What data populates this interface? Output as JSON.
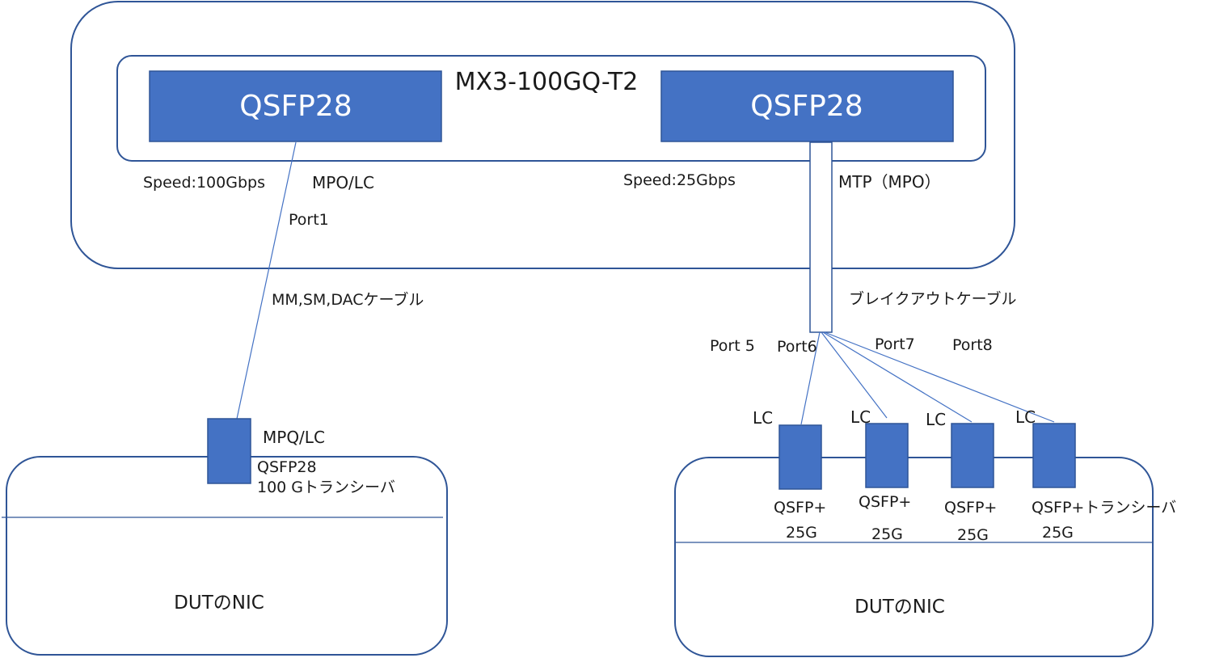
{
  "device": {
    "model": "MX3-100GQ-T2",
    "port_left": "QSFP28",
    "port_right": "QSFP28"
  },
  "left_link": {
    "speed": "Speed:100Gbps",
    "connector": "MPO/LC",
    "port": "Port1",
    "cable": "MM,SM,DACケーブル",
    "transceiver_connector": "MPQ/LC",
    "transceiver_line1": "QSFP28",
    "transceiver_line2": "100 Gトランシーバ",
    "nic": "DUTのNIC"
  },
  "right_link": {
    "speed": "Speed:25Gbps",
    "connector": "MTP（MPO）",
    "cable": "ブレイクアウトケーブル",
    "ports": [
      "Port 5",
      "Port6",
      "Port7",
      "Port8"
    ],
    "lc": [
      "LC",
      "LC",
      "LC",
      "LC"
    ],
    "modules": [
      {
        "name": "QSFP+",
        "speed": "25G"
      },
      {
        "name": "QSFP+",
        "speed": "25G"
      },
      {
        "name": "QSFP+",
        "speed": "25G"
      },
      {
        "name": "QSFP+トランシーバ",
        "speed": "25G"
      }
    ],
    "nic": "DUTのNIC"
  },
  "colors": {
    "outline": "#2f5597",
    "fill": "#4472c4",
    "line": "#4472c4",
    "text": "#1a1a1a",
    "port_text": "#ffffff"
  }
}
